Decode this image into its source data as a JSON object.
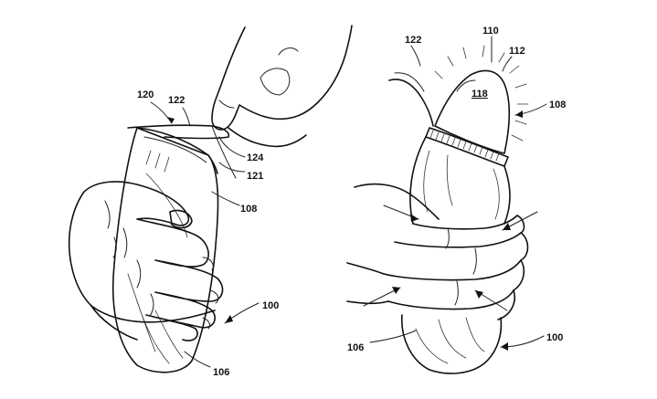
{
  "figure": {
    "left_labels": {
      "l120": "120",
      "l122": "122",
      "l124": "124",
      "l121": "121",
      "l108": "108",
      "l100": "100",
      "l106": "106"
    },
    "right_labels": {
      "l122": "122",
      "l110": "110",
      "l112": "112",
      "l118": "118",
      "l108": "108",
      "l106": "106",
      "l100": "100"
    }
  }
}
